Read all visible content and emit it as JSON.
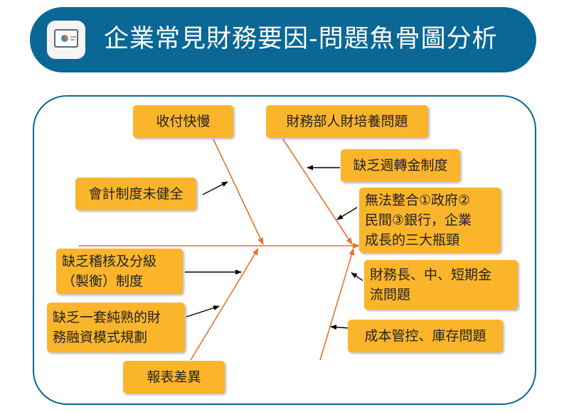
{
  "title": "企業常見財務要因-問題魚骨圖分析",
  "colors": {
    "title_bar": "#0a6796",
    "box": "#fbb52b",
    "bone": "#e8722c",
    "arrow": "#000000"
  },
  "icons": {
    "title": "presentation-chart-icon"
  },
  "boxes": {
    "collect_pay": "收付快慢",
    "finance_talent": "財務部人財培養問題",
    "accounting_system": "會計制度未健全",
    "lack_working_capital": "缺乏週轉金制度",
    "financing_bottleneck": "無法整合①政府②\n民間③銀行，企業\n成長的三大瓶頸",
    "internal_control": "缺乏稽核及分級\n（製衡）制度",
    "cash_flow": "財務長、中、短期金\n流問題",
    "financing_model": "缺乏一套純熟的財\n務融資模式規劃",
    "cost_inventory": "成本管控、庫存問題",
    "report_variance": "報表差異"
  }
}
